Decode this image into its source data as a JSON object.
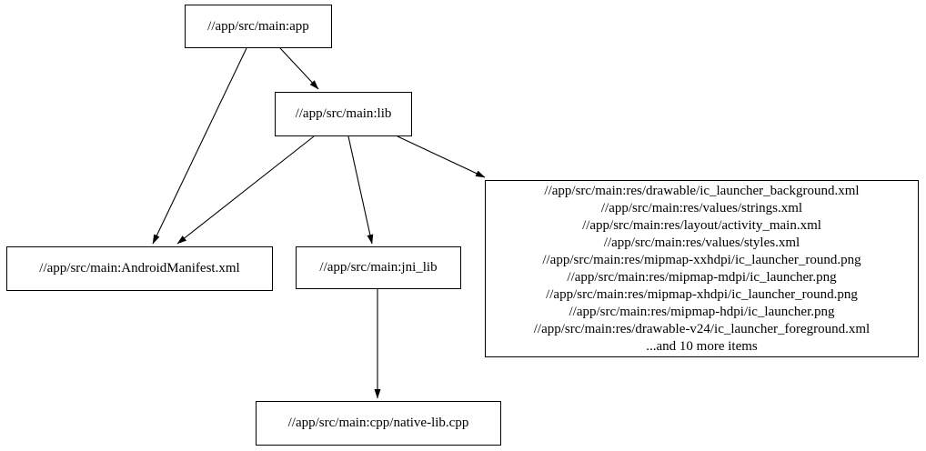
{
  "diagram": {
    "type": "dependency-graph",
    "background_color": "#ffffff",
    "node_border_color": "#000000",
    "edge_color": "#000000",
    "text_color": "#000000",
    "nodes": {
      "app": {
        "label": "//app/src/main:app"
      },
      "lib": {
        "label": "//app/src/main:lib"
      },
      "android_manifest": {
        "label": "//app/src/main:AndroidManifest.xml"
      },
      "jni_lib": {
        "label": "//app/src/main:jni_lib"
      },
      "res_group": {
        "lines": [
          "//app/src/main:res/drawable/ic_launcher_background.xml",
          "//app/src/main:res/values/strings.xml",
          "//app/src/main:res/layout/activity_main.xml",
          "//app/src/main:res/values/styles.xml",
          "//app/src/main:res/mipmap-xxhdpi/ic_launcher_round.png",
          "//app/src/main:res/mipmap-mdpi/ic_launcher.png",
          "//app/src/main:res/mipmap-xhdpi/ic_launcher_round.png",
          "//app/src/main:res/mipmap-hdpi/ic_launcher.png",
          "//app/src/main:res/drawable-v24/ic_launcher_foreground.xml",
          "...and 10 more items"
        ]
      },
      "native_lib_cpp": {
        "label": "//app/src/main:cpp/native-lib.cpp"
      }
    },
    "edges": [
      {
        "from": "app",
        "to": "lib"
      },
      {
        "from": "app",
        "to": "android_manifest"
      },
      {
        "from": "lib",
        "to": "android_manifest"
      },
      {
        "from": "lib",
        "to": "jni_lib"
      },
      {
        "from": "lib",
        "to": "res_group"
      },
      {
        "from": "jni_lib",
        "to": "native_lib_cpp"
      }
    ]
  }
}
